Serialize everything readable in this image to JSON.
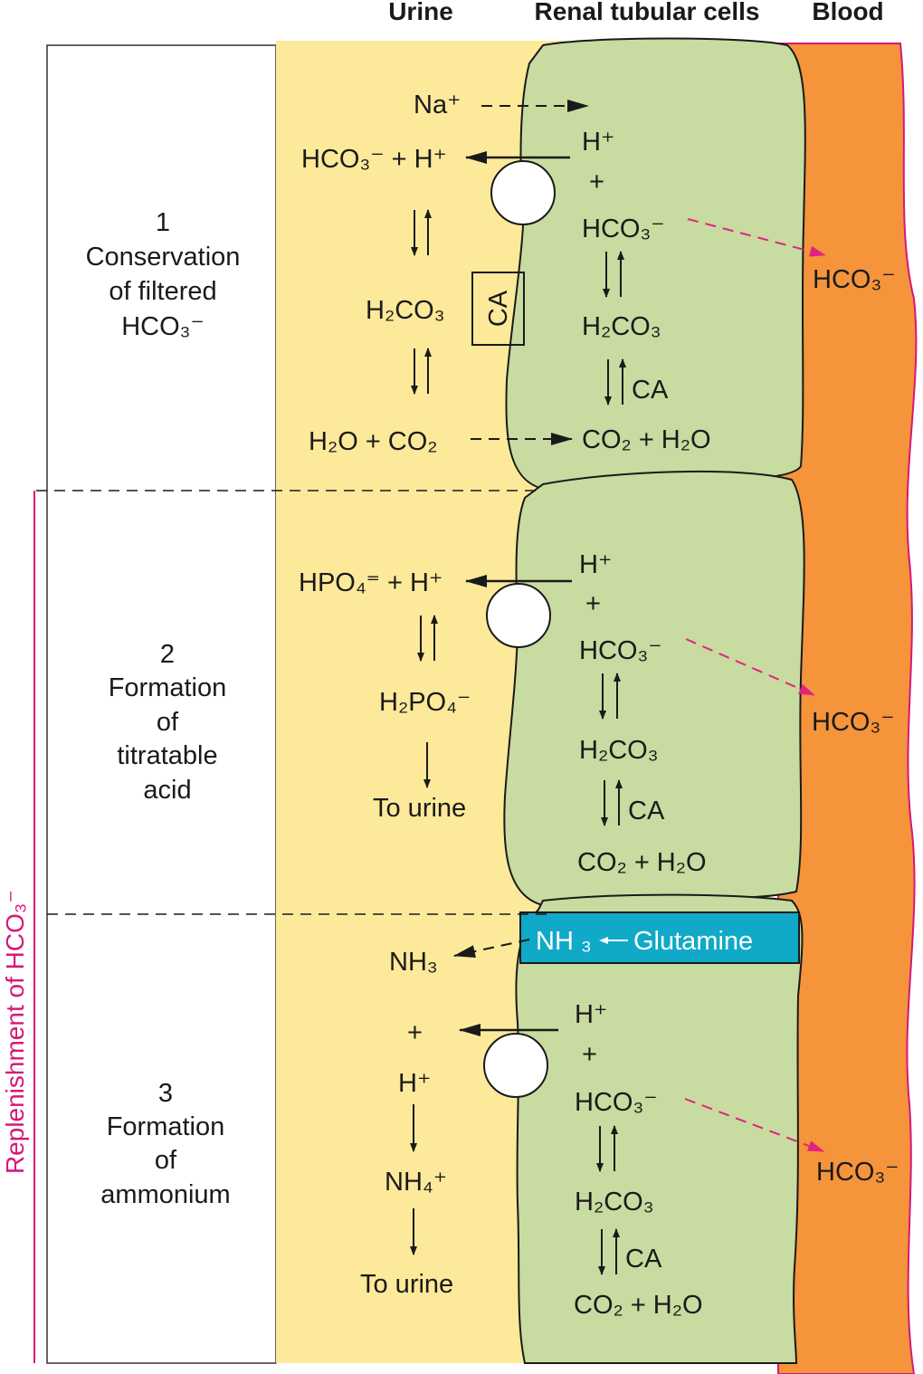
{
  "headers": {
    "urine": "Urine",
    "cells": "Renal tubular cells",
    "blood": "Blood"
  },
  "side_label": "Replenishment of HCO₃⁻",
  "colors": {
    "urine": "#fde99a",
    "cell": "#c8dba0",
    "blood": "#f5943a",
    "blood_border": "#d6177a",
    "glutamine_band": "#10a9c7",
    "pink_arrow": "#e0237f"
  },
  "sections": [
    {
      "title": [
        "1",
        "Conservation",
        "of filtered",
        "HCO₃⁻"
      ],
      "urine": {
        "na": "Na⁺",
        "top": "HCO₃⁻ + H⁺",
        "mid": "H₂CO₃",
        "ca_box": "CA",
        "bottom": "H₂O + CO₂"
      },
      "cell": {
        "h": "H⁺",
        "plus": "+",
        "hco3": "HCO₃⁻",
        "h2co3": "H₂CO₃",
        "ca": "CA",
        "co2": "CO₂ + H₂O"
      },
      "blood": "HCO₃⁻"
    },
    {
      "title": [
        "2",
        "Formation",
        "of",
        "titratable",
        "acid"
      ],
      "urine": {
        "top": "HPO₄⁼ + H⁺",
        "mid": "H₂PO₄⁻",
        "bottom": "To urine"
      },
      "cell": {
        "h": "H⁺",
        "plus": "+",
        "hco3": "HCO₃⁻",
        "h2co3": "H₂CO₃",
        "ca": "CA",
        "co2": "CO₂ + H₂O"
      },
      "blood": "HCO₃⁻"
    },
    {
      "title": [
        "3",
        "Formation",
        "of",
        "ammonium"
      ],
      "glutamine": {
        "nh3": "NH ₃",
        "glutamine": "Glutamine"
      },
      "urine": {
        "nh3": "NH₃",
        "plus": "+",
        "h": "H⁺",
        "nh4": "NH₄⁺",
        "bottom": "To urine"
      },
      "cell": {
        "h": "H⁺",
        "plus": "+",
        "hco3": "HCO₃⁻",
        "h2co3": "H₂CO₃",
        "ca": "CA",
        "co2": "CO₂ + H₂O"
      },
      "blood": "HCO₃⁻"
    }
  ]
}
